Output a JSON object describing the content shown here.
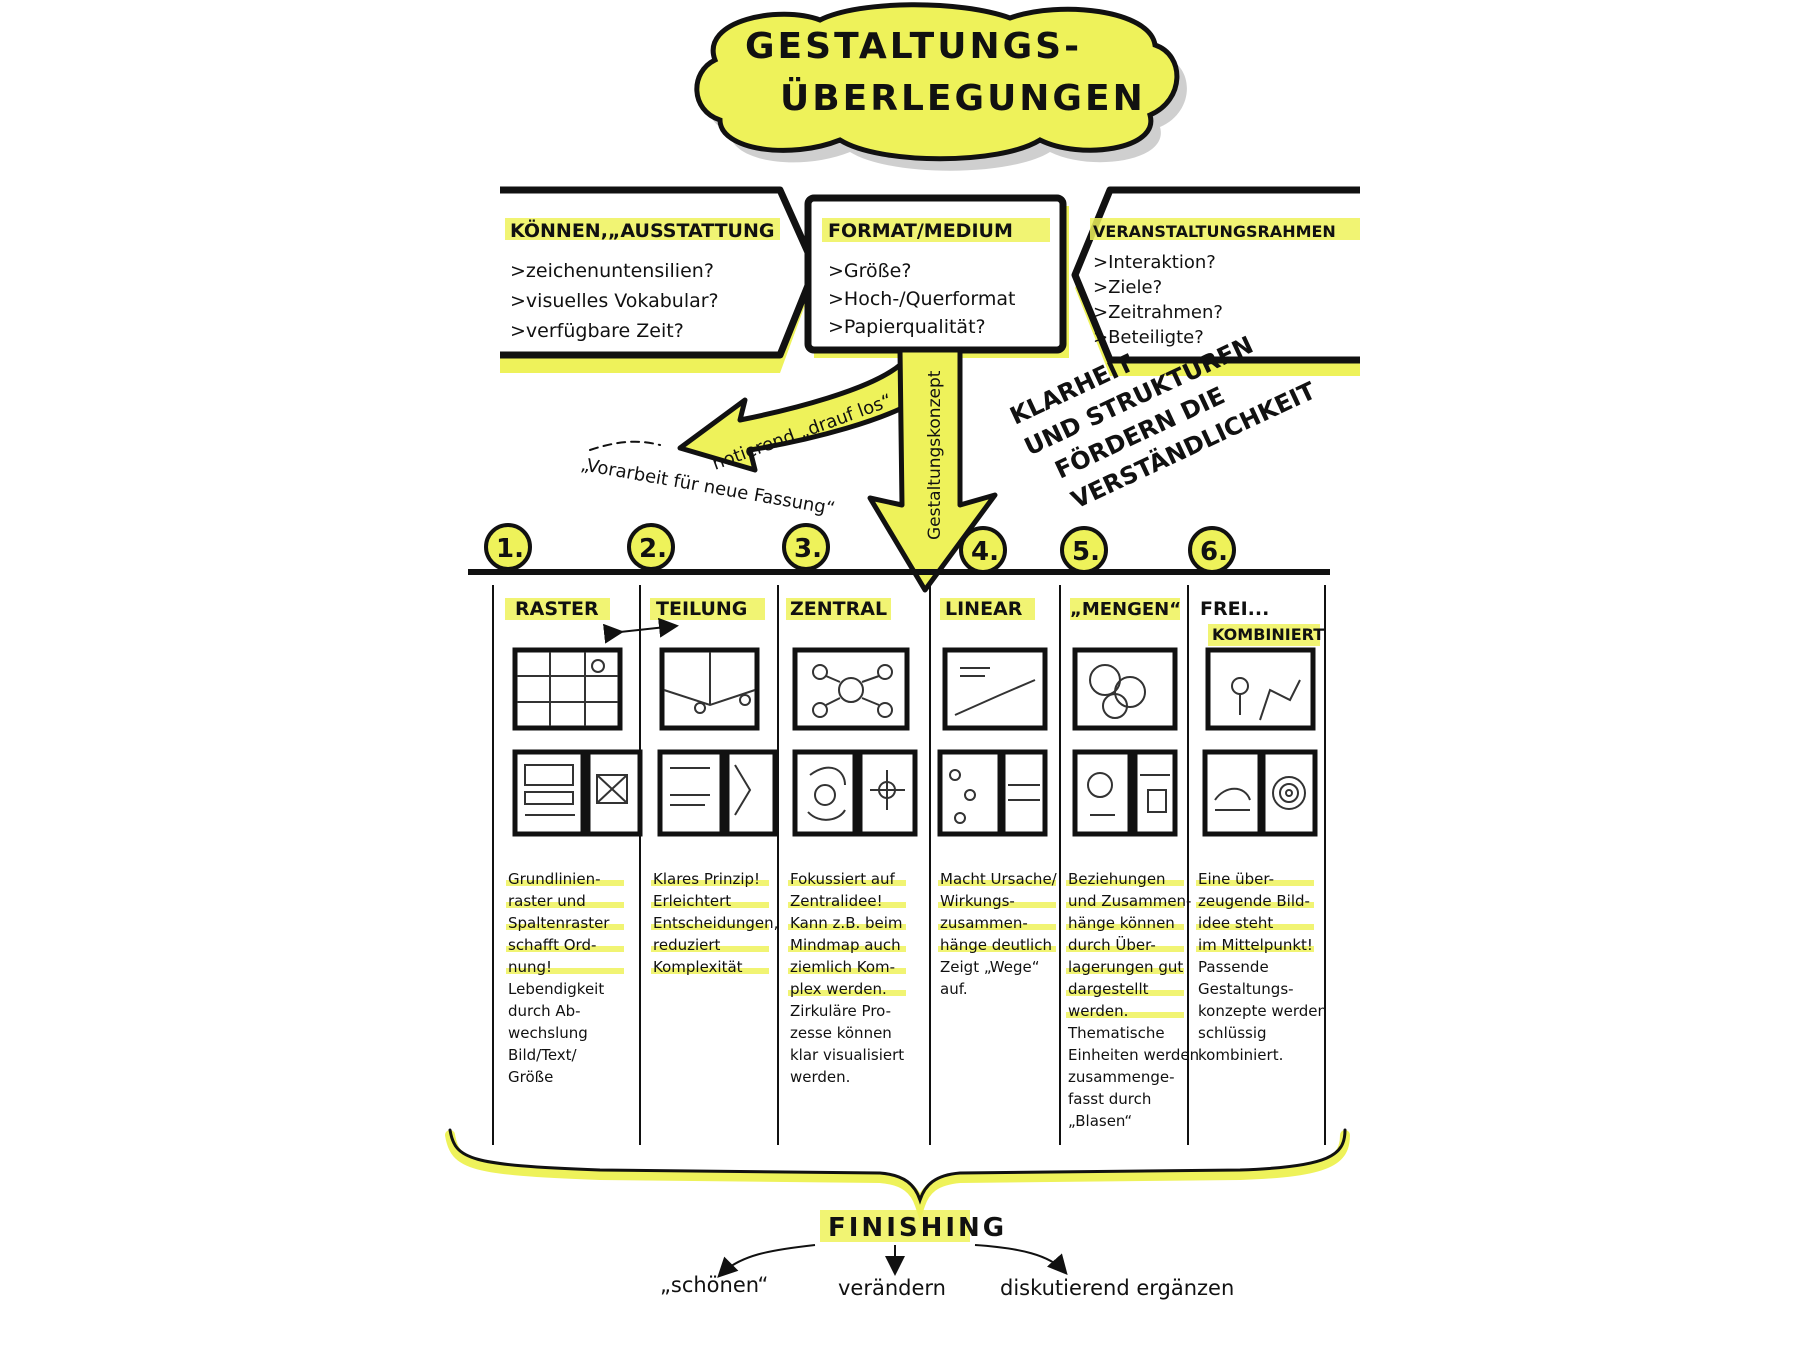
{
  "colors": {
    "accent": "#eef25a",
    "ink": "#111111",
    "shadow": "#d0d0d0"
  },
  "title": {
    "line1": "GESTALTUNGS-",
    "line2": "ÜBERLEGUNGEN"
  },
  "top_boxes": [
    {
      "heading": "KÖNNEN,„AUSSTATTUNG",
      "items": [
        ">zeichenuntensilien?",
        ">visuelles Vokabular?",
        ">verfügbare Zeit?"
      ]
    },
    {
      "heading": "FORMAT/MEDIUM",
      "items": [
        ">Größe?",
        ">Hoch-/Querformat",
        ">Papierqualität?"
      ]
    },
    {
      "heading": "VERANSTALTUNGSRAHMEN",
      "items": [
        ">Interaktion?",
        ">Ziele?",
        ">Zeitrahmen?",
        ">Beteiligte?"
      ]
    }
  ],
  "arrows": {
    "left_label": "notierend „drauf los“",
    "down_label": "Gestaltungskonzept",
    "sub_label": "„Vorarbeit für neue Fassung“"
  },
  "side_note": {
    "line1": "KLARHEIT",
    "line2": "UND STRUKTUREN",
    "line3": "FÖRDERN DIE",
    "line4": "VERSTÄNDLICHKEIT"
  },
  "columns": [
    {
      "number": "1.",
      "title": "RASTER",
      "text": [
        "Grundlinien-",
        "raster und",
        "Spaltenraster",
        "schafft Ord-",
        "nung!",
        "Lebendigkeit",
        "durch Ab-",
        "wechslung",
        "Bild/Text/",
        "Größe"
      ]
    },
    {
      "number": "2.",
      "title": "TEILUNG",
      "text": [
        "Klares Prinzip!",
        "Erleichtert",
        "Entscheidungen,",
        "reduziert",
        "Komplexität"
      ]
    },
    {
      "number": "3.",
      "title": "ZENTRAL",
      "text": [
        "Fokussiert auf",
        "Zentralidee!",
        "Kann z.B. beim",
        "Mindmap auch",
        "ziemlich Kom-",
        "plex werden.",
        "Zirkuläre Pro-",
        "zesse können",
        "klar visualisiert",
        "werden."
      ]
    },
    {
      "number": "4.",
      "title": "LINEAR",
      "text": [
        "Macht Ursache/",
        "Wirkungs-",
        "zusammen-",
        "hänge deutlich",
        "Zeigt „Wege“",
        "auf."
      ]
    },
    {
      "number": "5.",
      "title": "„MENGEN“",
      "text": [
        "Beziehungen",
        "und Zusammen-",
        "hänge können",
        "durch Über-",
        "lagerungen gut",
        "dargestellt",
        "werden.",
        "Thematische",
        "Einheiten werden",
        "zusammenge-",
        "fasst durch",
        "„Blasen“"
      ]
    },
    {
      "number": "6.",
      "title": "FREI...",
      "subtitle": "KOMBINIERT",
      "text": [
        "Eine über-",
        "zeugende Bild-",
        "idee steht",
        "im Mittelpunkt!",
        "Passende",
        "Gestaltungs-",
        "konzepte werden",
        "schlüssig",
        "kombiniert."
      ]
    }
  ],
  "finishing": {
    "title": "FINISHING",
    "options": [
      "„schönen“",
      "verändern",
      "diskutierend ergänzen"
    ]
  },
  "icons": [
    "raster-sketch-icon",
    "teilung-sketch-icon",
    "zentral-sketch-icon",
    "linear-sketch-icon",
    "mengen-sketch-icon",
    "frei-sketch-icon"
  ]
}
